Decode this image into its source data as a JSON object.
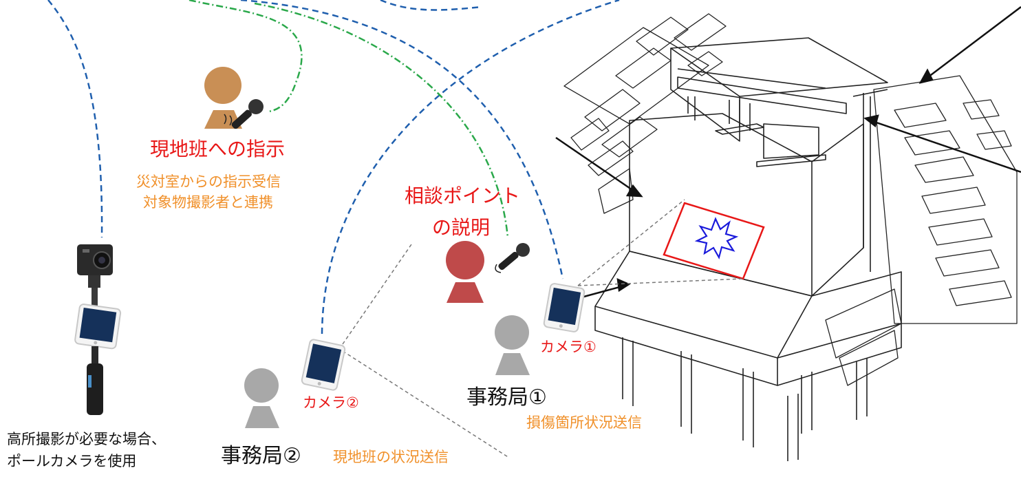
{
  "labels": {
    "instruction_title": "現地班への指示",
    "instruction_line1": "災対室からの指示受信",
    "instruction_line2": "対象物撮影者と連携",
    "consult_line1": "相談ポイント",
    "consult_line2": "の説明",
    "camera1": "カメラ①",
    "camera2": "カメラ②",
    "office1": "事務局①",
    "office1_note": "損傷箇所状況送信",
    "office2": "事務局②",
    "office2_note": "現地班の状況送信",
    "pole_note_line1": "高所撮影が必要な場合、",
    "pole_note_line2": "ポールカメラを使用"
  },
  "colors": {
    "red": "#e81717",
    "orange": "#f0902a",
    "blue_link": "#1f5fae",
    "green_link": "#2aa84a",
    "person_orange": "#c98f55",
    "person_red": "#bf4a4a",
    "person_gray": "#a8a8a8",
    "damage_mark": "#1a1adb"
  },
  "icons": [
    "person-icon",
    "microphone-icon",
    "tablet-icon",
    "action-camera-icon",
    "damage-burst-icon",
    "bridge-abutment-drawing"
  ]
}
